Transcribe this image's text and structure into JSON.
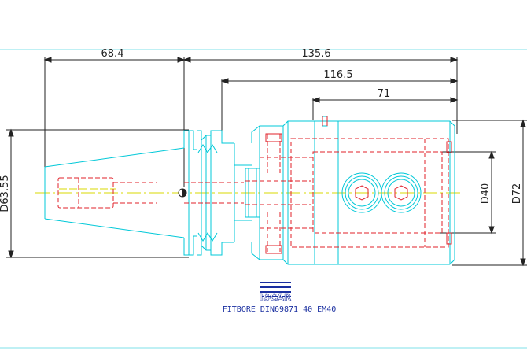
{
  "drawing": {
    "dimensions": {
      "overall_left": "68.4",
      "overall_right": "135.6",
      "body_length": "116.5",
      "bore_length": "71",
      "flange_diameter": "D63.55",
      "bore_diameter": "D40",
      "body_diameter": "D72"
    },
    "logo_text": "ISCAR",
    "caption": "FITBORE DIN69871 40 EM40",
    "colors": {
      "outline": "#00c8d8",
      "hidden": "#e0202a",
      "dimension": "#222222",
      "centerline": "#d8d800",
      "logo": "#1a2fa0",
      "construction": "#00c060"
    }
  }
}
